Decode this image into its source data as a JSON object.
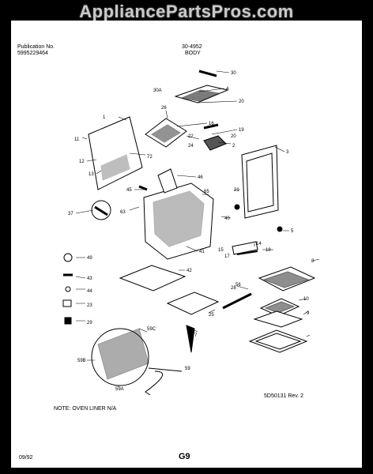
{
  "watermark": "AppliancePartsPros.com",
  "header": {
    "publication_label": "Publication No.",
    "publication_number": "5995229464",
    "model": "30-4952",
    "section": "BODY"
  },
  "callouts": [
    "30",
    "30A",
    "4",
    "20",
    "26",
    "16",
    "22",
    "19",
    "24",
    "20",
    "2",
    "1",
    "11",
    "72",
    "12",
    "13",
    "3",
    "46",
    "45",
    "65",
    "21",
    "37",
    "63",
    "40",
    "5",
    "41",
    "14",
    "15",
    "17",
    "18",
    "49",
    "8",
    "43",
    "42",
    "44",
    "28",
    "25",
    "10",
    "29",
    "56",
    "23",
    "9",
    "59C",
    "7",
    "59B",
    "59",
    "59A"
  ],
  "legend_callouts": [
    "49",
    "43",
    "44",
    "23",
    "29"
  ],
  "revision": "5D50131 Rev. 2",
  "note": "NOTE: OVEN LINER N/A",
  "date_code": "09/92",
  "page_number": "G9"
}
